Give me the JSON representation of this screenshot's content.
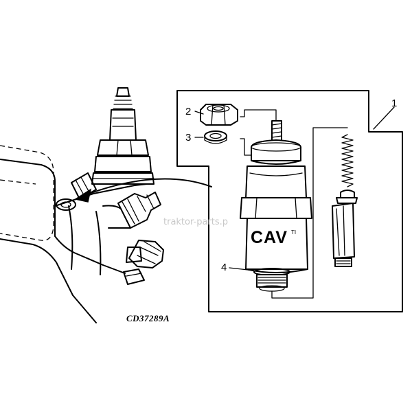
{
  "callouts": {
    "c1": "1",
    "c2": "2",
    "c3": "3",
    "c4": "4"
  },
  "figure_code": "CD37289A",
  "brand": {
    "name": "CAV",
    "mark": "TI"
  },
  "watermark": "traktor-parts.p",
  "colors": {
    "line": "#000000",
    "background": "#ffffff",
    "watermark": "#c8c8c8"
  }
}
